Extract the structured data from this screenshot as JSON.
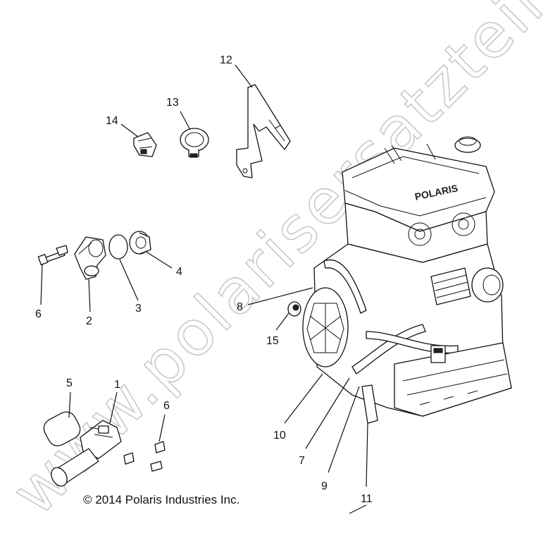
{
  "copyright": "© 2014 Polaris Industries Inc.",
  "watermark": "www.polarisersatzteile.de",
  "callouts": {
    "c1": "1",
    "c2": "2",
    "c3": "3",
    "c4": "4",
    "c5": "5",
    "c6a": "6",
    "c6b": "6",
    "c7": "7",
    "c8": "8",
    "c9": "9",
    "c10": "10",
    "c11": "11",
    "c12": "12",
    "c13": "13",
    "c14": "14",
    "c15": "15"
  },
  "engine_badge": "POLARIS"
}
